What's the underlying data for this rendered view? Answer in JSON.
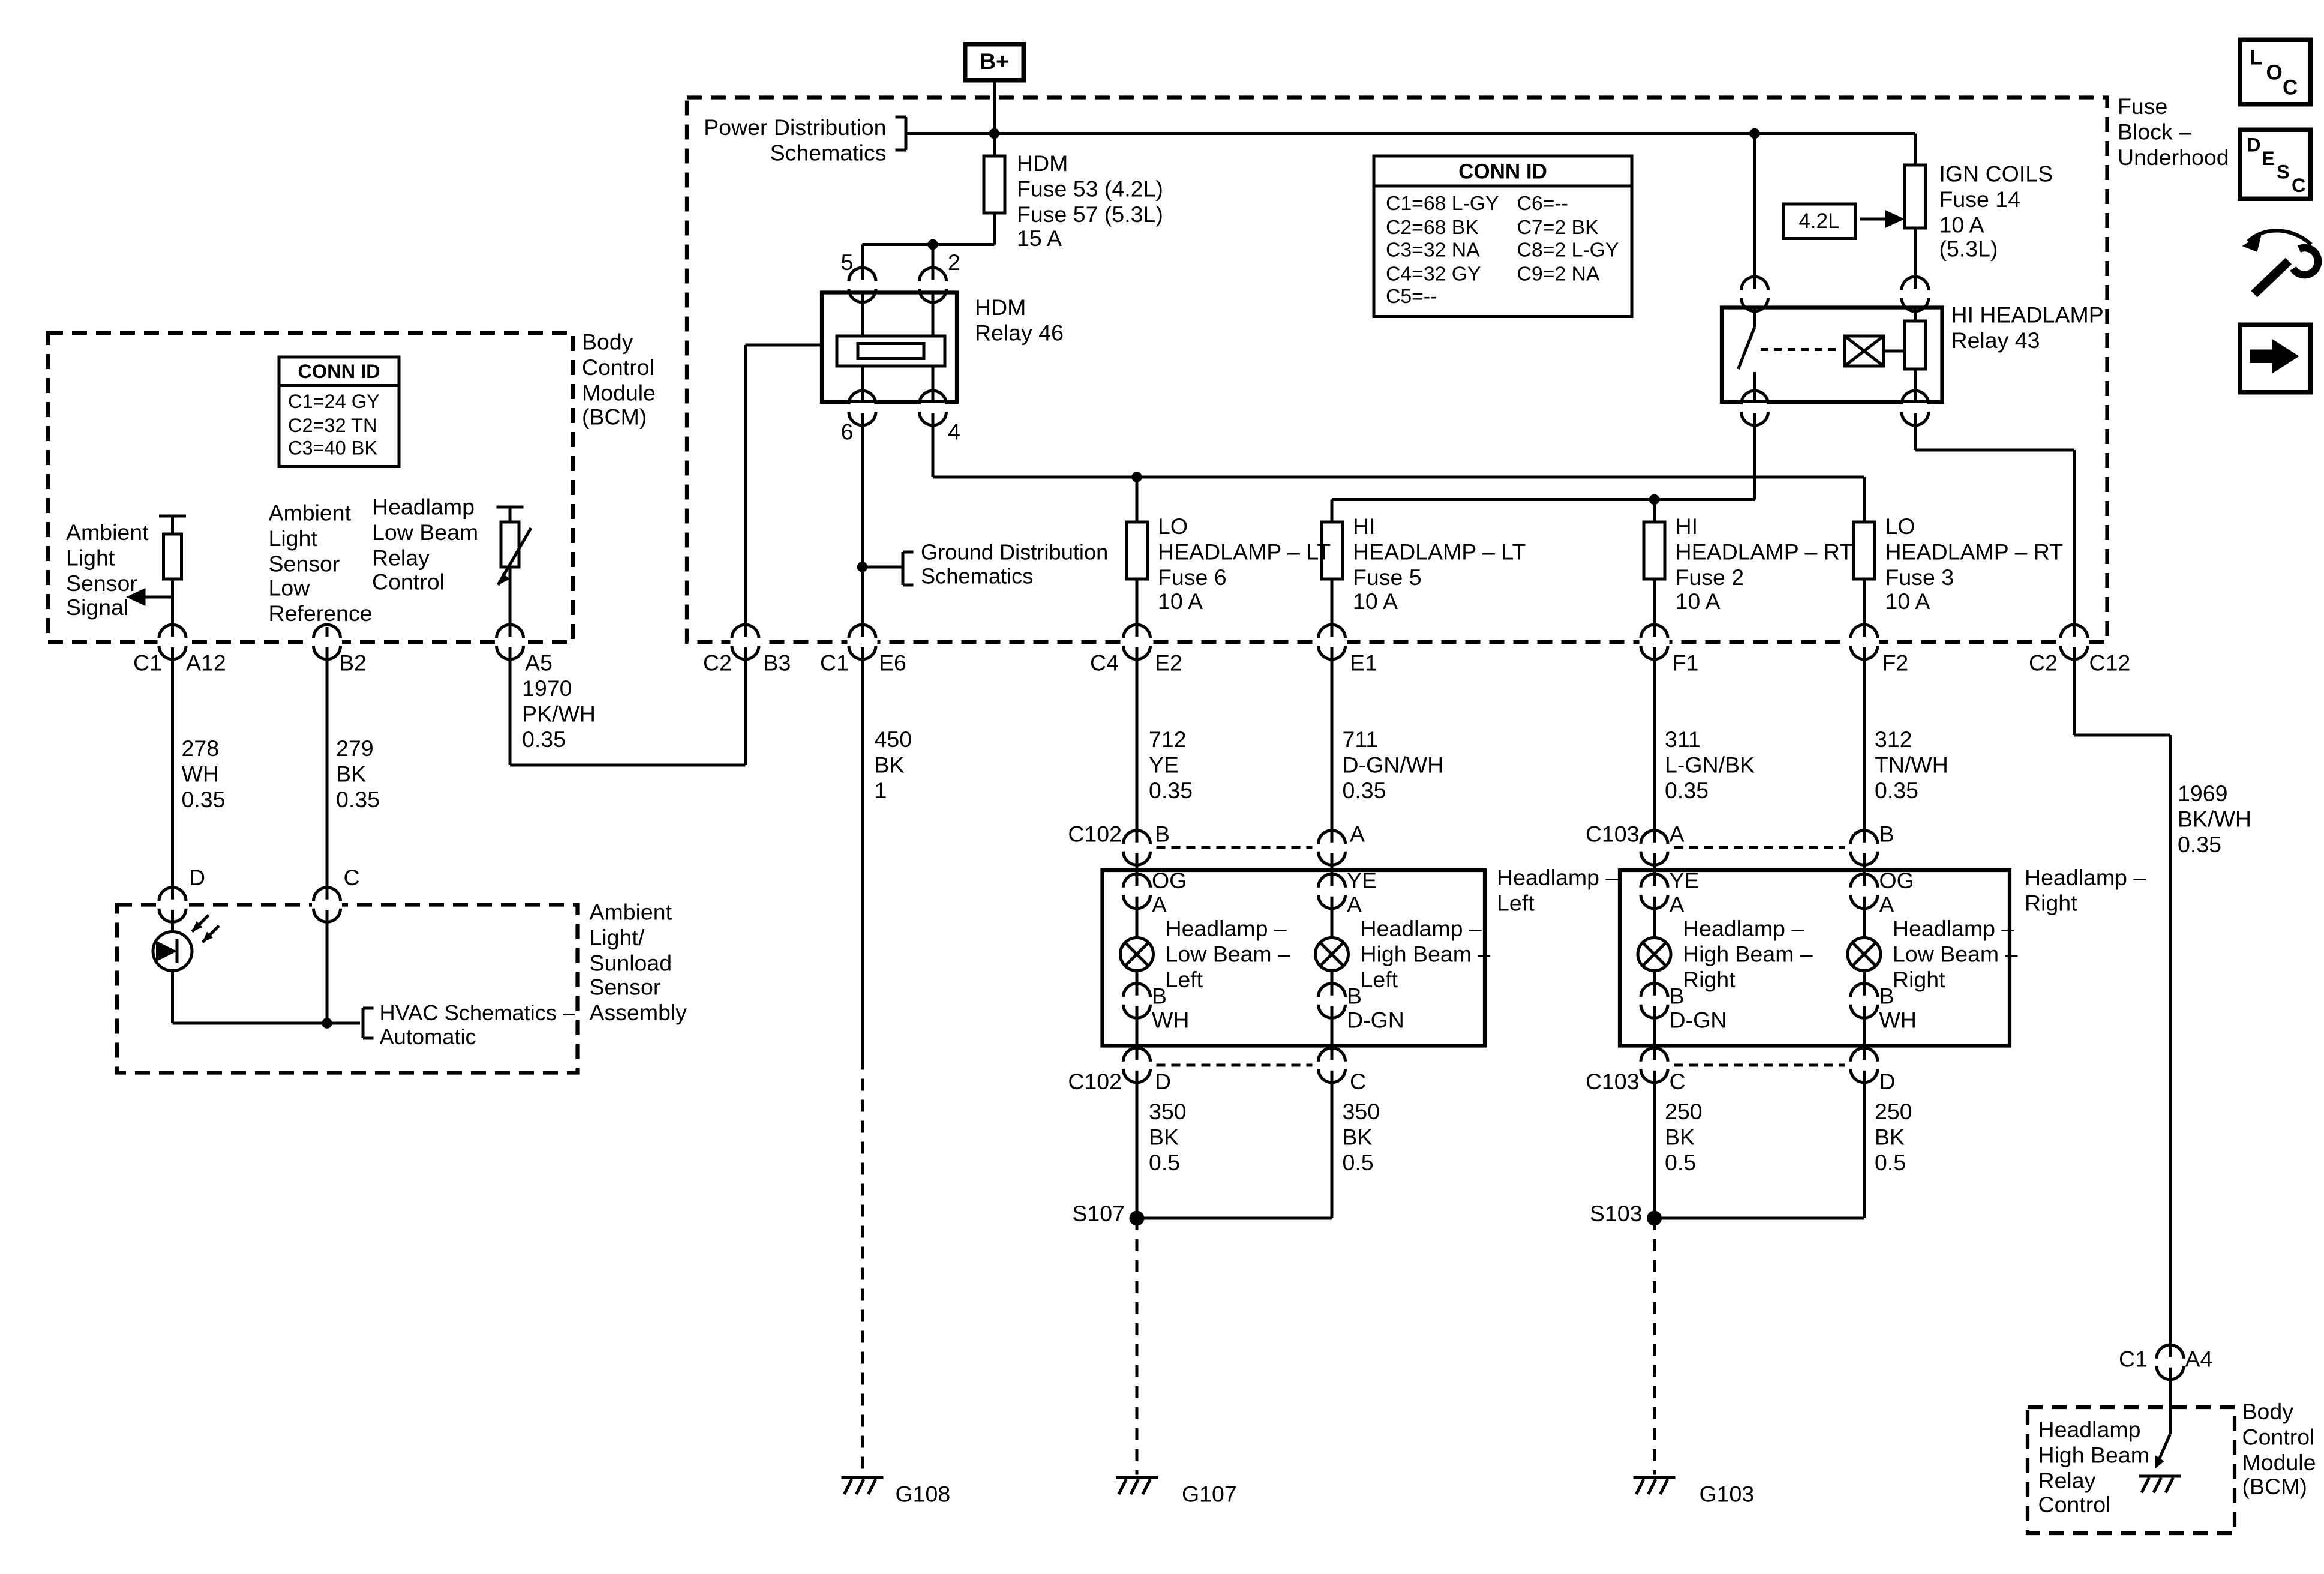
{
  "icons": {
    "loc": [
      "L",
      "O",
      "C"
    ],
    "desc": [
      "D",
      "E",
      "S",
      "C"
    ]
  },
  "power": {
    "bplus": "B+",
    "power_dist": "Power Distribution\nSchematics",
    "ground_dist": "Ground Distribution\nSchematics"
  },
  "fuse_block": {
    "title": "Fuse\nBlock –\nUnderhood",
    "hdm_fuse": "HDM\nFuse 53 (4.2L)\nFuse 57 (5.3L)\n15 A",
    "engine_tag": "4.2L",
    "ign_fuse": "IGN COILS\nFuse 14\n10 A\n(5.3L)",
    "relay46": "HDM\nRelay 46",
    "relay46_pins": {
      "p5": "5",
      "p2": "2",
      "p6": "6",
      "p4": "4"
    },
    "relay43": "HI HEADLAMP\nRelay 43",
    "conn_table": {
      "header": "CONN ID",
      "col1": [
        "C1=68 L-GY",
        "C2=68 BK",
        "C3=32 NA",
        "C4=32 GY",
        "C5=--"
      ],
      "col2": [
        "C6=--",
        "C7=2 BK",
        "C8=2 L-GY",
        "C9=2 NA"
      ]
    },
    "fuses": [
      "LO\nHEADLAMP – LT\nFuse 6\n10 A",
      "HI\nHEADLAMP – LT\nFuse 5\n10 A",
      "HI\nHEADLAMP – RT\nFuse 2\n10 A",
      "LO\nHEADLAMP – RT\nFuse 3\n10 A"
    ]
  },
  "bcm": {
    "title": "Body\nControl\nModule\n(BCM)",
    "conn_table": {
      "header": "CONN ID",
      "rows": [
        "C1=24 GY",
        "C2=32 TN",
        "C3=40 BK"
      ]
    },
    "ambient_signal": "Ambient\nLight\nSensor\nSignal",
    "ambient_low_ref": "Ambient\nLight\nSensor\nLow\nReference",
    "headlamp_low_ctl": "Headlamp\nLow Beam\nRelay\nControl"
  },
  "connectors": {
    "c1a12": {
      "conn": "C1",
      "pin": "A12"
    },
    "b2": "B2",
    "a5": "A5",
    "c2b3": {
      "conn": "C2",
      "pin": "B3"
    },
    "c1e6": {
      "conn": "C1",
      "pin": "E6"
    },
    "c4e2": {
      "conn": "C4",
      "pin": "E2"
    },
    "e1": "E1",
    "f1": "F1",
    "f2": "F2",
    "c2c12": {
      "conn": "C2",
      "pin": "C12"
    },
    "c102_top": {
      "conn": "C102",
      "pins": [
        "B",
        "A"
      ]
    },
    "c103_top": {
      "conn": "C103",
      "pins": [
        "A",
        "B"
      ]
    },
    "c102_bot": {
      "conn": "C102",
      "pins": [
        "D",
        "C"
      ]
    },
    "c103_bot": {
      "conn": "C103",
      "pins": [
        "C",
        "D"
      ]
    },
    "c1a4": {
      "conn": "C1",
      "pin": "A4"
    },
    "sensor_d": "D",
    "sensor_c": "C"
  },
  "wires": {
    "w1970": "1970\nPK/WH\n0.35",
    "w278": "278\nWH\n0.35",
    "w279": "279\nBK\n0.35",
    "w450": "450\nBK\n1",
    "w712": "712\nYE\n0.35",
    "w711": "711\nD-GN/WH\n0.35",
    "w311": "311\nL-GN/BK\n0.35",
    "w312": "312\nTN/WH\n0.35",
    "w1969": "1969\nBK/WH\n0.35",
    "w350l": "350\nBK\n0.5",
    "w350r": "350\nBK\n0.5",
    "w250l": "250\nBK\n0.5",
    "w250r": "250\nBK\n0.5"
  },
  "sensor": {
    "title": "Ambient\nLight/\nSunload\nSensor\nAssembly",
    "hvac": "HVAC Schematics –\nAutomatic"
  },
  "headlamps": {
    "left_title": "Headlamp –\nLeft",
    "right_title": "Headlamp –\nRight",
    "bulbs": [
      {
        "top_color": "OG",
        "top_pin": "A",
        "name": "Headlamp –\nLow Beam –\nLeft",
        "bot_pin": "B",
        "bot_color": "WH"
      },
      {
        "top_color": "YE",
        "top_pin": "A",
        "name": "Headlamp –\nHigh Beam –\nLeft",
        "bot_pin": "B",
        "bot_color": "D-GN"
      },
      {
        "top_color": "YE",
        "top_pin": "A",
        "name": "Headlamp –\nHigh Beam –\nRight",
        "bot_pin": "B",
        "bot_color": "D-GN"
      },
      {
        "top_color": "OG",
        "top_pin": "A",
        "name": "Headlamp –\nLow Beam –\nRight",
        "bot_pin": "B",
        "bot_color": "WH"
      }
    ]
  },
  "splices": {
    "s107": "S107",
    "s103": "S103"
  },
  "grounds": {
    "g108": "G108",
    "g107": "G107",
    "g103": "G103"
  },
  "bcm_right": {
    "title": "Body\nControl\nModule\n(BCM)",
    "label": "Headlamp\nHigh Beam\nRelay\nControl"
  }
}
